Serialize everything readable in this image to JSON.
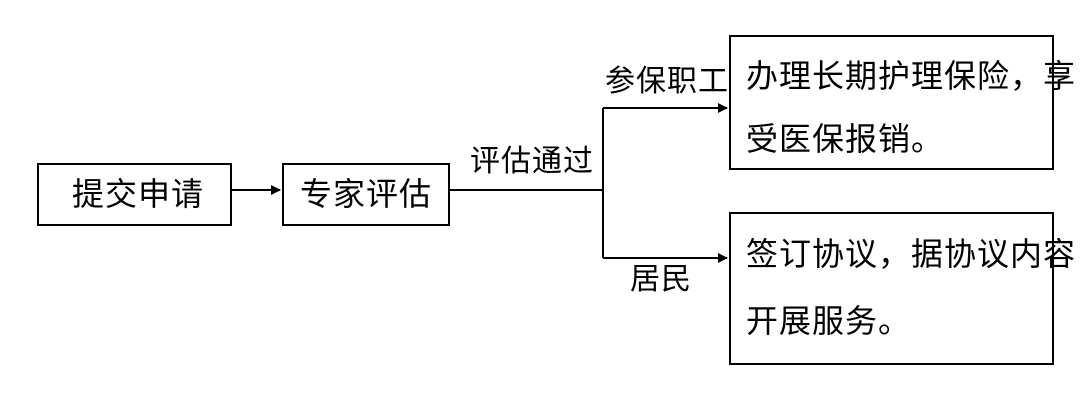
{
  "diagram": {
    "nodes": {
      "submit": "提交申请",
      "expert_review": "专家评估",
      "insured_outcome": {
        "line1": "办理长期护理保险，享",
        "line2": "受医保报销。"
      },
      "resident_outcome": {
        "line1": "签订协议，据协议内容",
        "line2": "开展服务。"
      }
    },
    "edge_labels": {
      "passed": "评估通过",
      "insured_employee": "参保职工",
      "resident": "居民"
    }
  }
}
